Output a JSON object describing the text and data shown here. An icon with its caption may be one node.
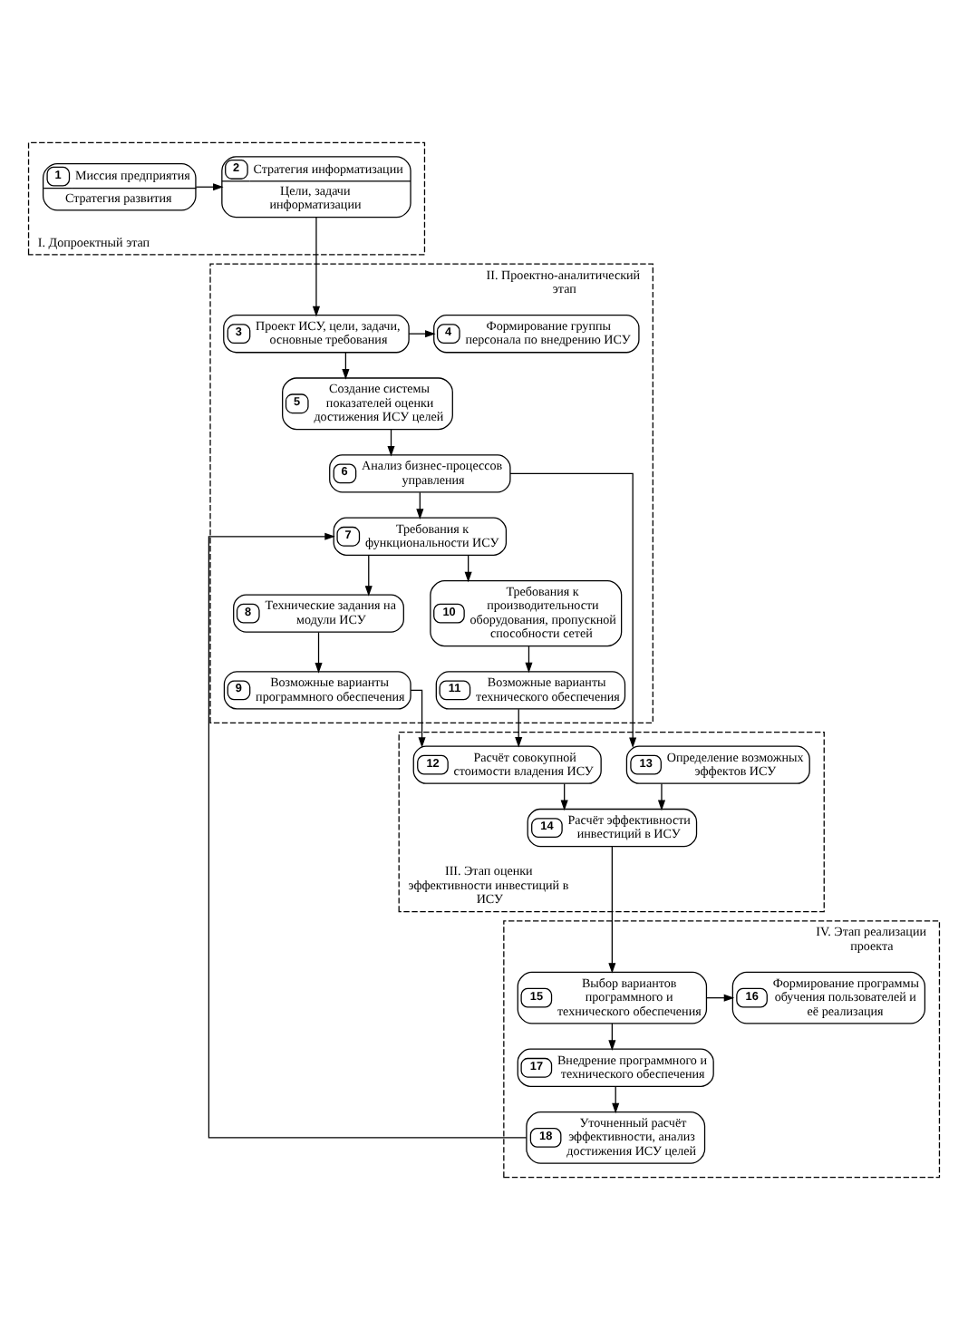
{
  "diagram": {
    "nodes": [
      {
        "text": [
          "I. Допроектный этап"
        ]
      },
      {
        "text": [
          "1",
          "Миссия предприятия",
          "Стратегия развития"
        ],
        "in": 0
      },
      {
        "text": [
          "2",
          "Стратегия информатизации",
          "Цели, задачи информатизации"
        ],
        "in": 0
      },
      {
        "text": [
          "II. Проектно-аналитический этап"
        ]
      },
      {
        "text": [
          "3",
          "Проект ИСУ, цели, задачи, основные требования"
        ],
        "in": 3
      },
      {
        "text": [
          "4",
          "Формирование группы персонала по внедрению ИСУ"
        ],
        "in": 3
      },
      {
        "text": [
          "5",
          "Создание системы показателей оценки достижения ИСУ целей"
        ],
        "in": 3
      },
      {
        "text": [
          "6",
          "Анализ бизнес-процессов управления"
        ],
        "in": 3
      },
      {
        "text": [
          "7",
          "Требования к функциональности ИСУ"
        ],
        "in": 3
      },
      {
        "text": [
          "8",
          "Технические задания на модули ИСУ"
        ],
        "in": 3
      },
      {
        "text": [
          "10",
          "Требования к производительности оборудования, пропускной способности сетей"
        ],
        "in": 3
      },
      {
        "text": [
          "9",
          "Возможные варианты программного обеспечения"
        ],
        "in": 3
      },
      {
        "text": [
          "11",
          "Возможные варианты технического обеспечения"
        ],
        "in": 3
      },
      {
        "text": [
          "III. Этап оценки эффективности инвестиций в ИСУ"
        ]
      },
      {
        "text": [
          "12",
          "Расчёт совокупной стоимости владения ИСУ"
        ],
        "in": 13
      },
      {
        "text": [
          "13",
          "Определение возможных эффектов ИСУ"
        ],
        "in": 13
      },
      {
        "text": [
          "14",
          "Расчёт эффективности инвестиций в ИСУ"
        ],
        "in": 13
      },
      {
        "text": [
          "IV. Этап реализации проекта"
        ]
      },
      {
        "text": [
          "15",
          "Выбор вариантов программного и технического обеспечения"
        ],
        "in": 17
      },
      {
        "text": [
          "16",
          "Формирование программы обучения пользователей и её реализация"
        ],
        "in": 17
      },
      {
        "text": [
          "17",
          "Внедрение программного и технического обеспечения"
        ],
        "in": 17
      },
      {
        "text": [
          "18",
          "Уточненный расчёт эффективности, анализ достижения ИСУ целей"
        ],
        "in": 17
      }
    ],
    "edges": [
      {
        "from": 1,
        "to": 2,
        "arrow": "to"
      },
      {
        "from": 2,
        "to": 4,
        "arrow": "to"
      },
      {
        "from": 4,
        "to": 5,
        "arrow": "to"
      },
      {
        "from": 4,
        "to": 6,
        "arrow": "to"
      },
      {
        "from": 6,
        "to": 7,
        "arrow": "to"
      },
      {
        "from": 7,
        "to": 8,
        "arrow": "to"
      },
      {
        "from": 7,
        "to": 15,
        "arrow": "to"
      },
      {
        "from": 8,
        "to": 9,
        "arrow": "to"
      },
      {
        "from": 8,
        "to": 10,
        "arrow": "to"
      },
      {
        "from": 9,
        "to": 11,
        "arrow": "to"
      },
      {
        "from": 10,
        "to": 12,
        "arrow": "to"
      },
      {
        "from": 11,
        "to": 14,
        "arrow": "to"
      },
      {
        "from": 12,
        "to": 14,
        "arrow": "to"
      },
      {
        "from": 14,
        "to": 16,
        "arrow": "to"
      },
      {
        "from": 15,
        "to": 16,
        "arrow": "to"
      },
      {
        "from": 16,
        "to": 18,
        "arrow": "to"
      },
      {
        "from": 18,
        "to": 19,
        "arrow": "to"
      },
      {
        "from": 18,
        "to": 20,
        "arrow": "to"
      },
      {
        "from": 20,
        "to": 21,
        "arrow": "to"
      },
      {
        "from": 21,
        "to": 8,
        "arrow": "to"
      }
    ]
  }
}
